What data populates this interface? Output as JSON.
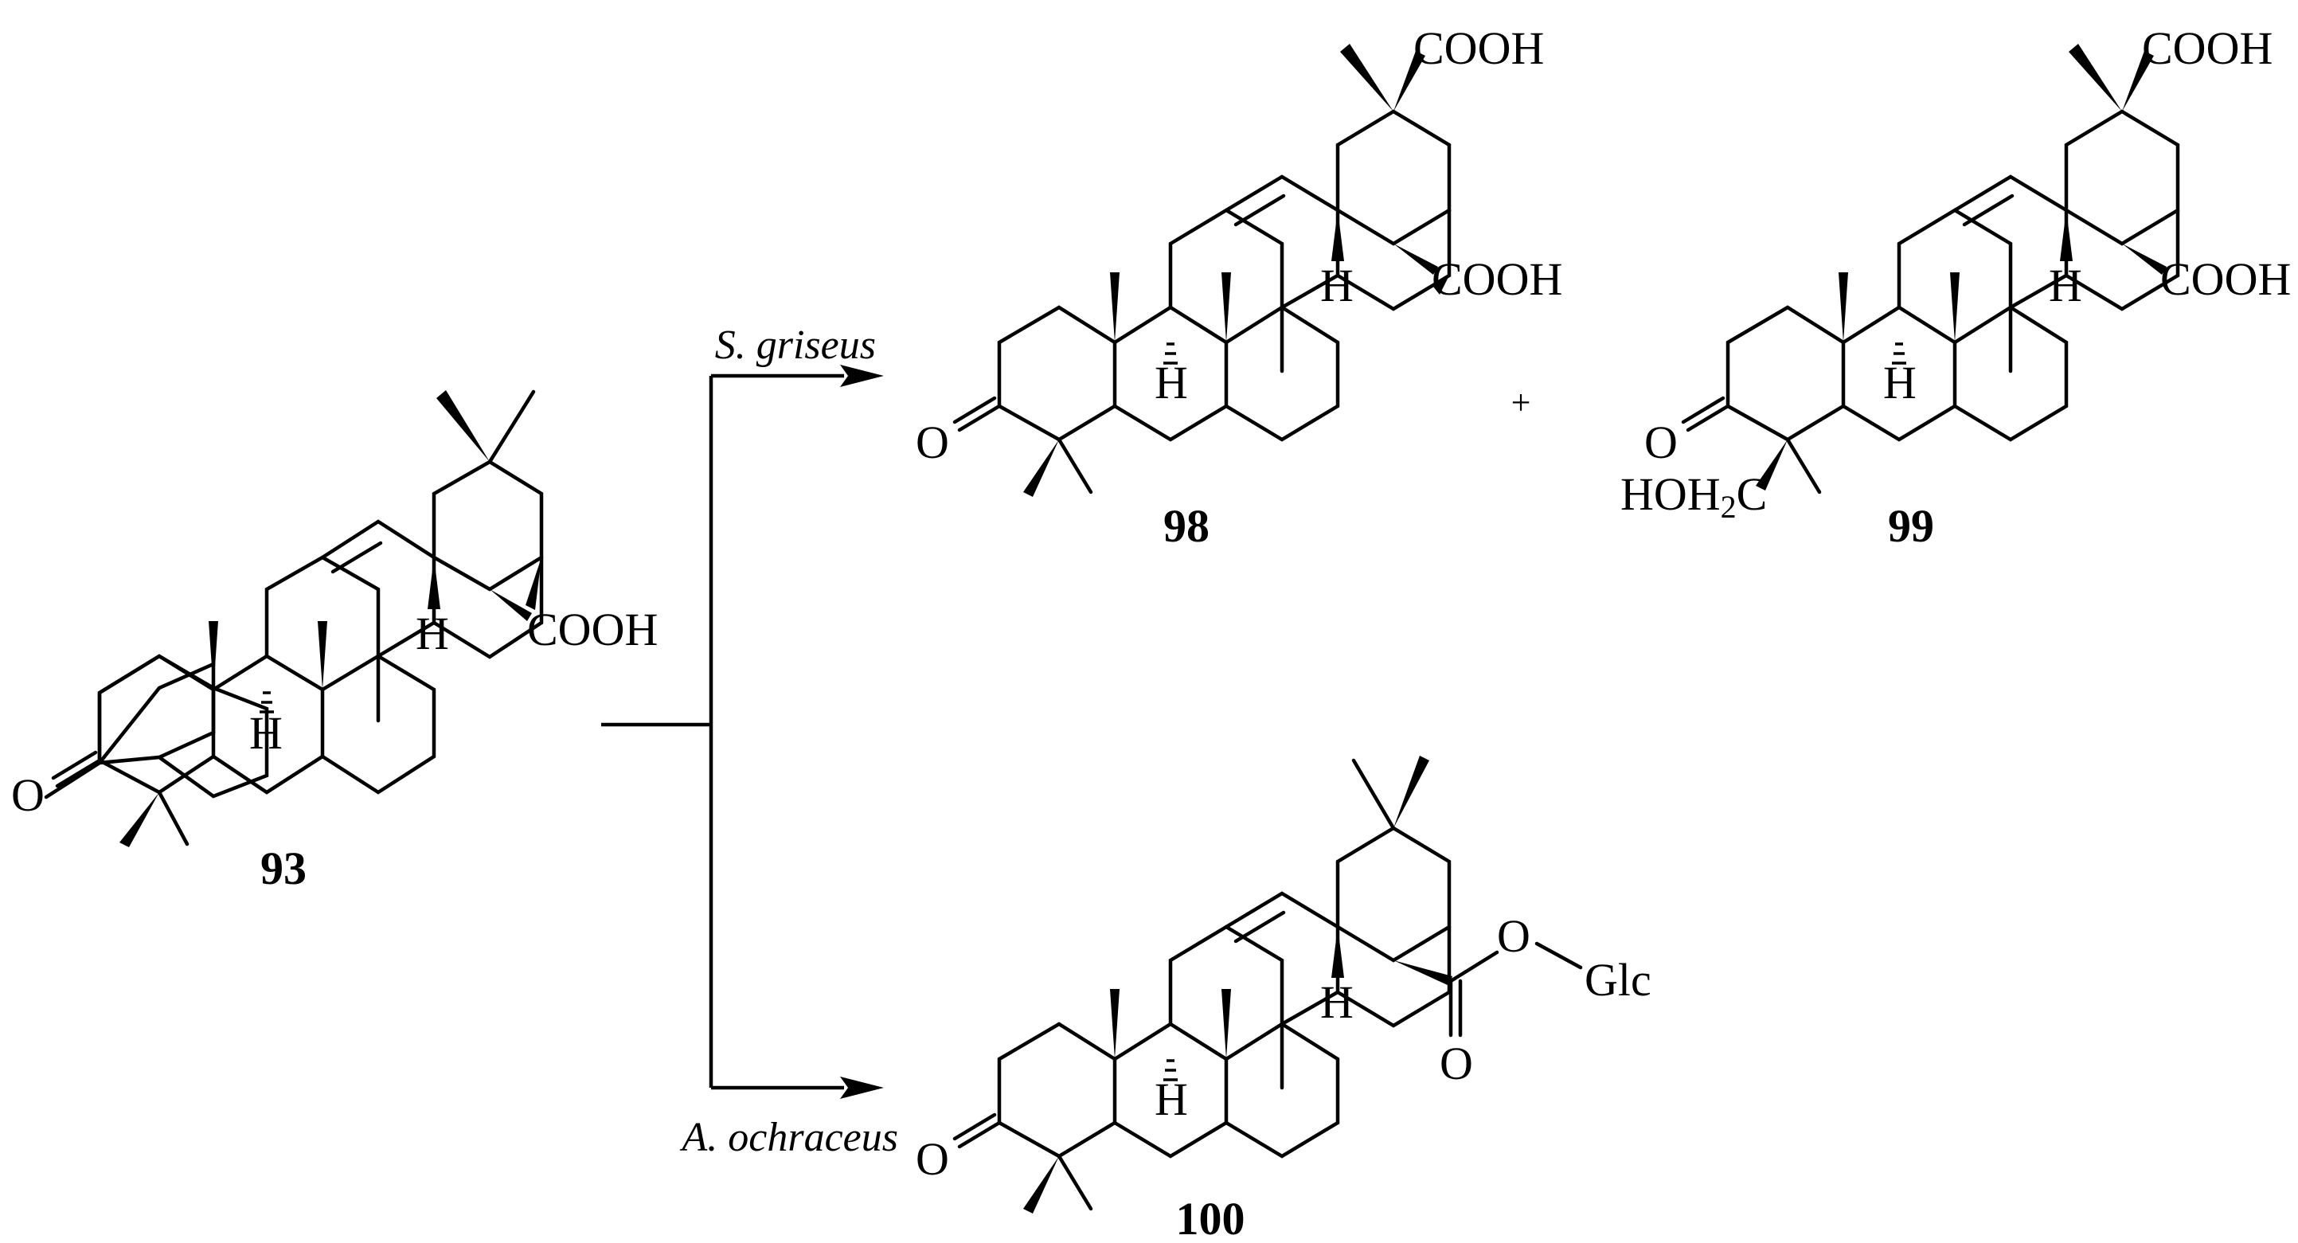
{
  "compounds": [
    {
      "label": "93",
      "keto": "O",
      "acid": "COOH",
      "h": "H"
    },
    {
      "label": "98",
      "keto": "O",
      "acid": "COOH",
      "acid2": "COOH",
      "h": "H"
    },
    {
      "label": "99",
      "keto": "O",
      "acid": "COOH",
      "acid2": "COOH",
      "h": "H",
      "c4_group": "HOH",
      "c4_group_sub": "2",
      "c4_group_tail": "C"
    },
    {
      "label": "100",
      "keto": "O",
      "ester_o": "O",
      "carbonyl_o": "O",
      "glc": "Glc",
      "h": "H"
    }
  ],
  "organisms": {
    "top": "S. griseus",
    "bottom": "A. ochraceus"
  },
  "plus_sign": "+"
}
